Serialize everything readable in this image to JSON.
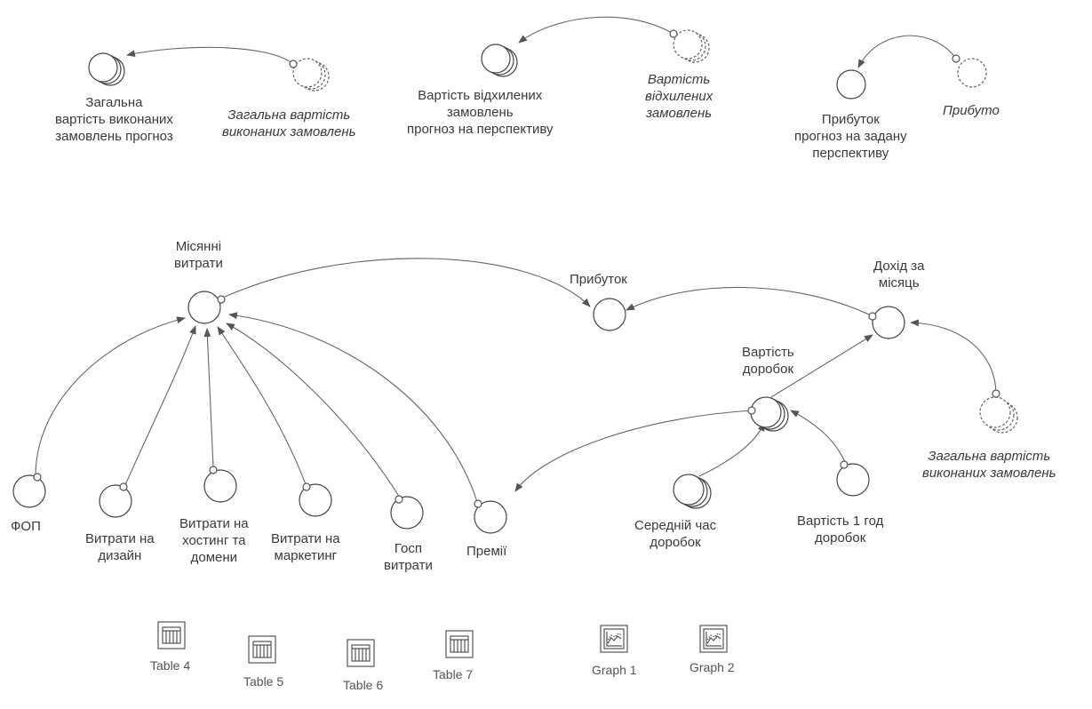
{
  "top": {
    "forecast_total_label": "Загальна\nвартість виконаних\nзамовлень прогноз",
    "ghost_total_label": "Загальна вартість\nвиконаних замовлень",
    "forecast_rejected_label": "Вартість відхилених\nзамовлень\nпрогноз на перспективу",
    "ghost_rejected_label": "Вартість\nвідхилених\nзамовлень",
    "forecast_profit_label": "Прибуток\nпрогноз на задану\nперспективу",
    "ghost_profit_label": "Прибуто"
  },
  "model": {
    "monthly_costs_label": "Місянні\nвитрати",
    "profit_label": "Прибуток",
    "monthly_income_label": "Дохід за\nмісяць",
    "rework_cost_label": "Вартість\nдоробок",
    "ghost_total_orders_label": "Загальна вартість\nвиконаних замовлень",
    "fop_label": "ФОП",
    "design_costs_label": "Витрати на\nдизайн",
    "hosting_costs_label": "Витрати на\nхостинг та\nдомени",
    "marketing_costs_label": "Витрати на\nмаркетинг",
    "household_costs_label": "Госп\nвитрати",
    "bonuses_label": "Премії",
    "avg_rework_time_label": "Середній час\nдоробок",
    "hour_cost_label": "Вартість 1 год\nдоробок"
  },
  "tools": {
    "table4": "Table 4",
    "table5": "Table 5",
    "table6": "Table 6",
    "table7": "Table 7",
    "graph1": "Graph 1",
    "graph2": "Graph 2"
  },
  "icons": {
    "table": "table-icon",
    "graph": "graph-icon"
  },
  "colors": {
    "line": "#555555",
    "ghost": "#555555"
  }
}
